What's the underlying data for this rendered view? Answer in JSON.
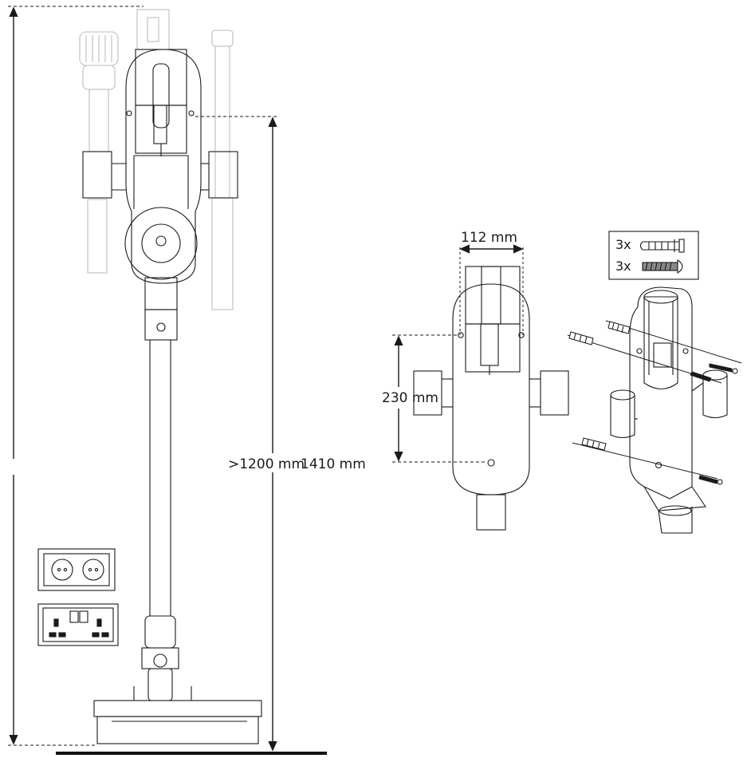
{
  "dimensions": {
    "width_label": "112 mm",
    "hole_spacing_label": "230 mm",
    "min_height_label": ">1200 mm",
    "total_height_label": "1410 mm"
  },
  "hardware": {
    "anchor_qty": "3x",
    "screw_qty": "3x",
    "anchor_icon": "wall-plug-icon",
    "screw_icon": "screw-icon"
  },
  "colors": {
    "line": "#1a1a1a",
    "faint": "#bdbdbd",
    "floor": "#111111"
  }
}
